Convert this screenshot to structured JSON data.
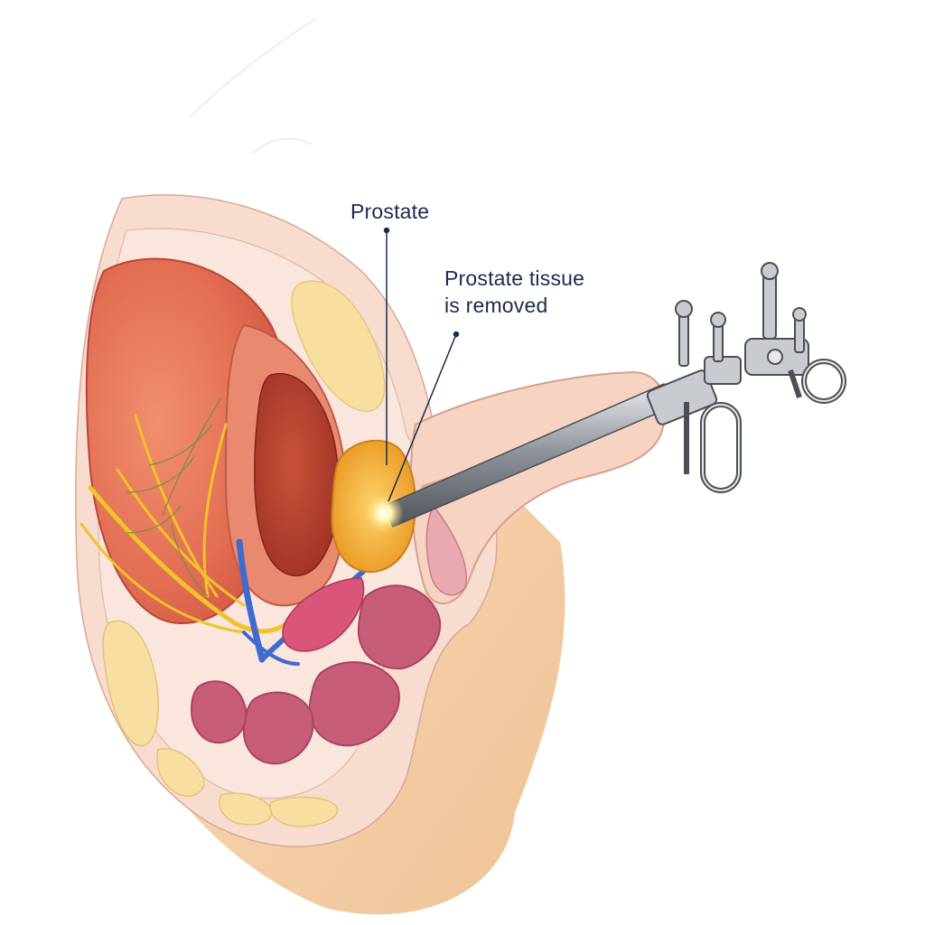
{
  "labels": {
    "prostate": "Prostate",
    "tissue_removed_line1": "Prostate tissue",
    "tissue_removed_line2": "is removed"
  },
  "colors": {
    "skin": "#f2c99c",
    "skin_light": "#fbe6cf",
    "pelvic_wall": "#f6d5c8",
    "bladder_outer": "#e8735a",
    "bladder_inner": "#c24a34",
    "prostate": "#f2a531",
    "rectum": "#c85d7a",
    "nerve": "#f0c22b",
    "vessel_blue": "#3f6bd1",
    "fat": "#f6dfa0",
    "instrument": "#9aa0a8",
    "label_text": "#1d2a4d"
  },
  "icons": {
    "instrument": "resectoscope-icon",
    "laser_tip": "laser-spark-icon"
  }
}
